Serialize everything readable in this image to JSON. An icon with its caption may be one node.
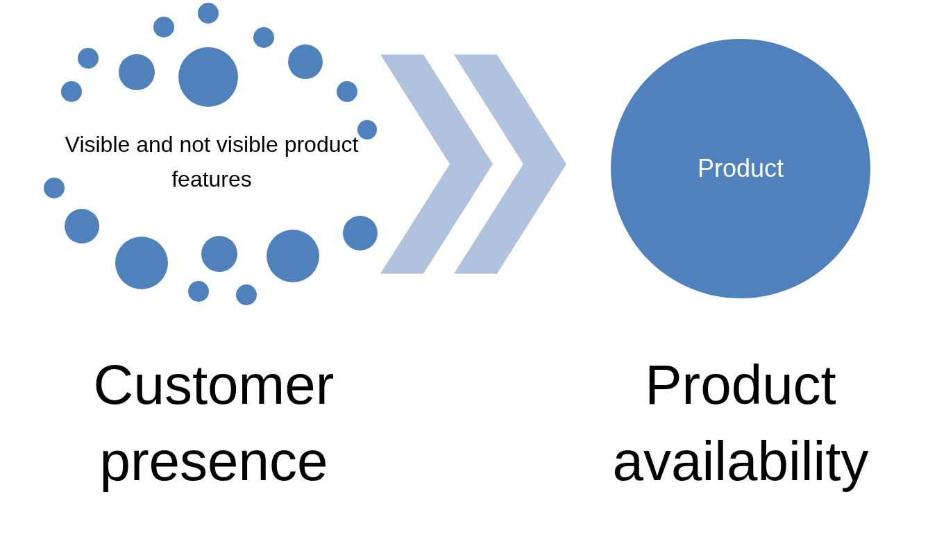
{
  "diagram": {
    "nodes": [
      {
        "text": [
          "Visible and not visible product features"
        ]
      },
      {
        "text": [
          "Product"
        ]
      }
    ],
    "edges": [
      {
        "from": 0,
        "to": 1,
        "arrow": "to"
      }
    ],
    "labels": [
      "Customer presence",
      "Product availability"
    ]
  }
}
